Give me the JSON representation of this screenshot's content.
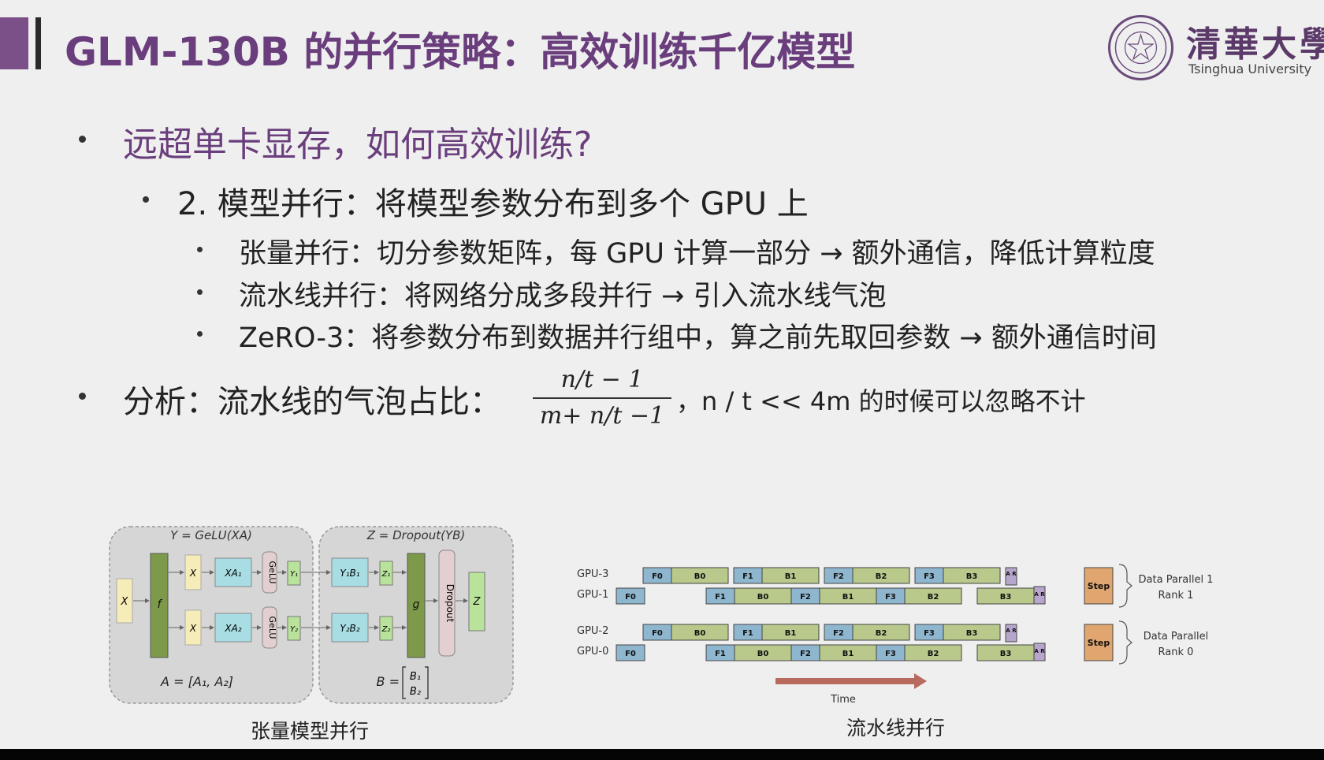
{
  "header": {
    "title": "GLM-130B 的并行策略：高效训练千亿模型",
    "university_cn": "清華大學",
    "university_en": "Tsinghua University",
    "logo_icon": "tsinghua-seal-icon",
    "accent_color": "#7b4f88"
  },
  "bullets": {
    "b1": "远超单卡显存，如何高效训练?",
    "b2": "2. 模型并行：将模型参数分布到多个 GPU 上",
    "b3a": "张量并行：切分参数矩阵，每 GPU 计算一部分 → 额外通信，降低计算粒度",
    "b3b": "流水线并行：将网络分成多段并行 → 引入流水线气泡",
    "b3c": "ZeRO-3：将参数分布到数据并行组中，算之前先取回参数 → 额外通信时间",
    "b4": "分析：流水线的气泡占比：",
    "formula_num": "n/t − 1",
    "formula_den": "m+ n/t −1",
    "b4_after": "，n / t << 4m 的时候可以忽略不计"
  },
  "tensor_fig": {
    "caption": "张量模型并行",
    "left_title": "Y = GeLU(XA)",
    "right_title": "Z = Dropout(YB)",
    "x_label": "X",
    "f_label": "f",
    "xa1": "XA₁",
    "xa2": "XA₂",
    "gelu": "GeLU",
    "y1": "Y₁",
    "y2": "Y₂",
    "y1b1": "Y₁B₁",
    "y2b2": "Y₂B₂",
    "z1": "Z₁",
    "z2": "Z₂",
    "g_label": "g",
    "dropout": "Dropout",
    "z_label": "Z",
    "a_eq": "A = [A₁, A₂]",
    "b_eq": "B =",
    "b1": "B₁",
    "b2": "B₂"
  },
  "pipeline_fig": {
    "caption": "流水线并行",
    "gpu3": "GPU-3",
    "gpu1": "GPU-1",
    "gpu2": "GPU-2",
    "gpu0": "GPU-0",
    "f0": "F0",
    "b0": "B0",
    "f1": "F1",
    "b1": "B1",
    "f2": "F2",
    "b2": "B2",
    "f3": "F3",
    "b3": "B3",
    "ar": "A R",
    "step": "Step",
    "dp1_line1": "Data Parallel 1",
    "dp1_line2": "Rank 1",
    "dp0_line1": "Data Parallel",
    "dp0_line2": "Rank 0",
    "time": "Time",
    "colors": {
      "forward": "#8fb6cf",
      "backward": "#b9c98b",
      "allreduce": "#b7a6cc",
      "step": "#e1a670",
      "arrow": "#b86a5e"
    }
  }
}
